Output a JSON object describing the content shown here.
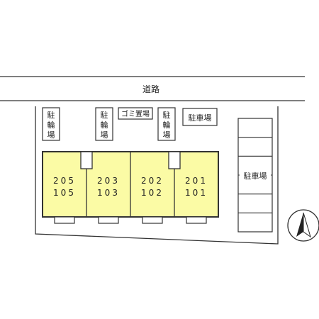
{
  "road": {
    "label": "道路"
  },
  "bicycle_parking": [
    {
      "chars": [
        "駐",
        "輪",
        "場"
      ]
    },
    {
      "chars": [
        "駐",
        "輪",
        "場"
      ]
    },
    {
      "chars": [
        "駐",
        "輪",
        "場"
      ]
    }
  ],
  "garbage_area": {
    "label": "ゴミ置場"
  },
  "parking_top": {
    "label": "駐車場"
  },
  "parking_right": {
    "label": "駐車場",
    "stall_count": 6
  },
  "units": [
    {
      "upper": "205",
      "lower": "105"
    },
    {
      "upper": "203",
      "lower": "103"
    },
    {
      "upper": "202",
      "lower": "102"
    },
    {
      "upper": "201",
      "lower": "101"
    }
  ],
  "colors": {
    "unit_fill": "#fbfba5",
    "line": "#333333",
    "background": "#ffffff"
  },
  "compass": {
    "icon": "north-arrow-icon"
  }
}
